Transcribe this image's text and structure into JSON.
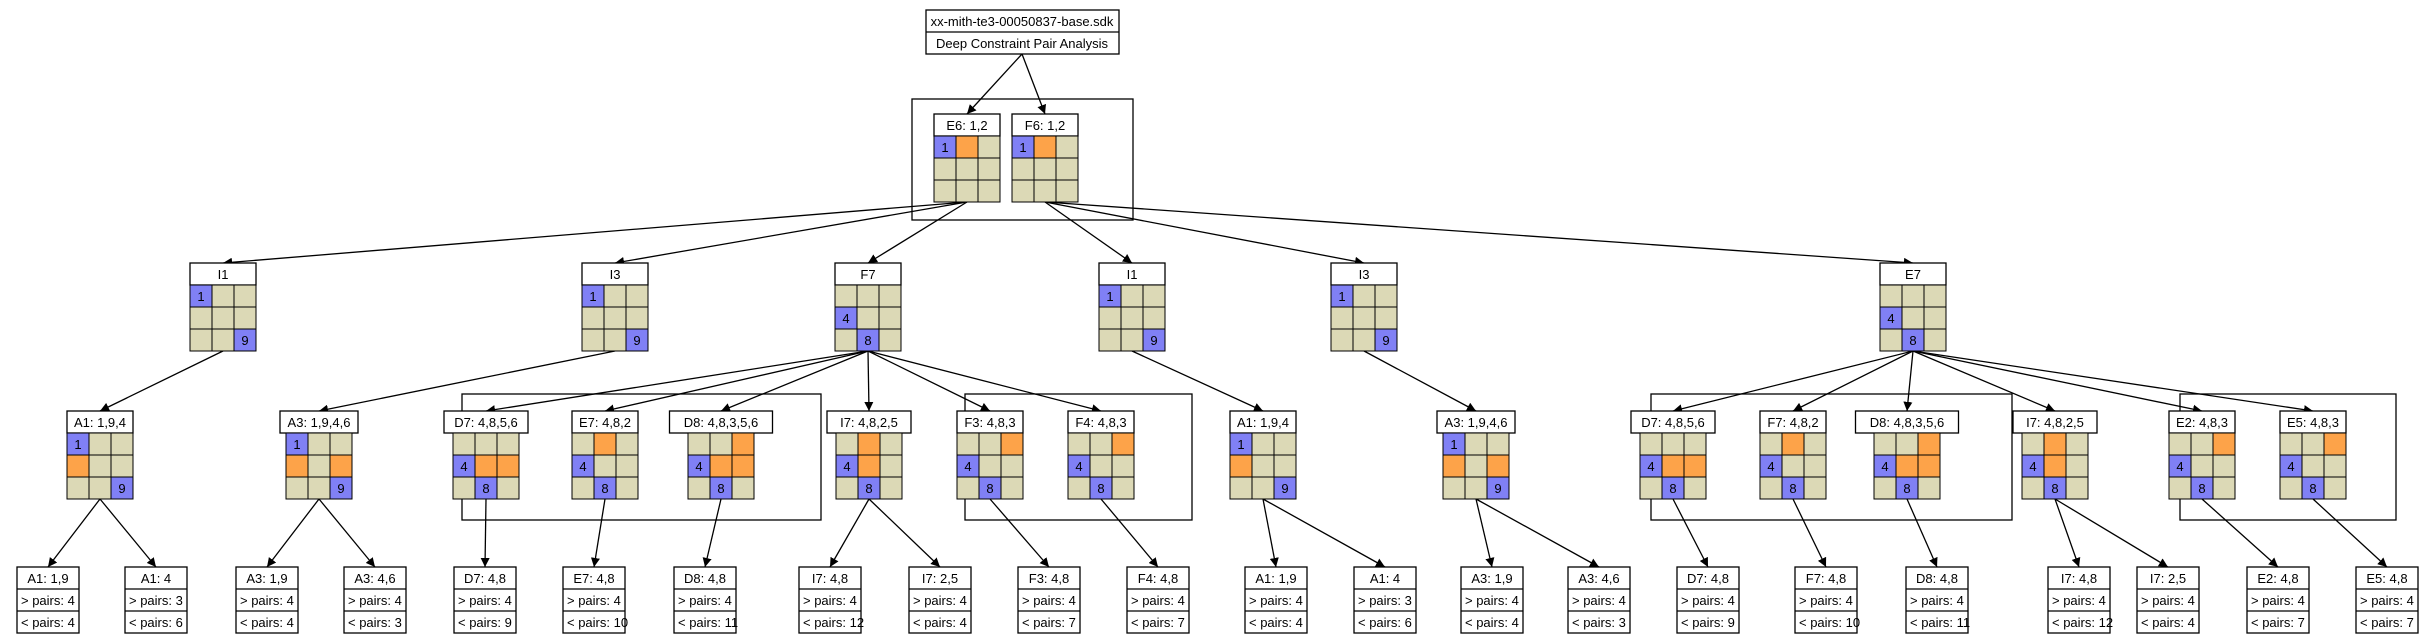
{
  "colors": {
    "cell": "#dcd9b6",
    "blue": "#8080f5",
    "orange": "#fda349"
  },
  "header": {
    "file": "xx-mith-te3-00050837-base.sdk",
    "subtitle": "Deep Constraint Pair Analysis"
  },
  "nodes": [
    {
      "id": "E6",
      "title": "E6: 1,2",
      "cells": [
        {
          "r": 0,
          "c": 0,
          "k": "b",
          "v": "1"
        },
        {
          "r": 0,
          "c": 1,
          "k": "o"
        }
      ]
    },
    {
      "id": "F6",
      "title": "F6: 1,2",
      "cells": [
        {
          "r": 0,
          "c": 0,
          "k": "b",
          "v": "1"
        },
        {
          "r": 0,
          "c": 1,
          "k": "o"
        }
      ]
    },
    {
      "id": "I1a",
      "title": "I1",
      "cells": [
        {
          "r": 0,
          "c": 0,
          "k": "b",
          "v": "1"
        },
        {
          "r": 2,
          "c": 2,
          "k": "b",
          "v": "9"
        }
      ]
    },
    {
      "id": "I3a",
      "title": "I3",
      "cells": [
        {
          "r": 0,
          "c": 0,
          "k": "b",
          "v": "1"
        },
        {
          "r": 2,
          "c": 2,
          "k": "b",
          "v": "9"
        }
      ]
    },
    {
      "id": "F7",
      "title": "F7",
      "cells": [
        {
          "r": 1,
          "c": 0,
          "k": "b",
          "v": "4"
        },
        {
          "r": 2,
          "c": 1,
          "k": "b",
          "v": "8"
        }
      ]
    },
    {
      "id": "I1b",
      "title": "I1",
      "cells": [
        {
          "r": 0,
          "c": 0,
          "k": "b",
          "v": "1"
        },
        {
          "r": 2,
          "c": 2,
          "k": "b",
          "v": "9"
        }
      ]
    },
    {
      "id": "I3b",
      "title": "I3",
      "cells": [
        {
          "r": 0,
          "c": 0,
          "k": "b",
          "v": "1"
        },
        {
          "r": 2,
          "c": 2,
          "k": "b",
          "v": "9"
        }
      ]
    },
    {
      "id": "E7",
      "title": "E7",
      "cells": [
        {
          "r": 1,
          "c": 0,
          "k": "b",
          "v": "4"
        },
        {
          "r": 2,
          "c": 1,
          "k": "b",
          "v": "8"
        }
      ]
    },
    {
      "id": "A1a",
      "title": "A1: 1,9,4",
      "cells": [
        {
          "r": 0,
          "c": 0,
          "k": "b",
          "v": "1"
        },
        {
          "r": 1,
          "c": 0,
          "k": "o"
        },
        {
          "r": 2,
          "c": 2,
          "k": "b",
          "v": "9"
        }
      ]
    },
    {
      "id": "A3a",
      "title": "A3: 1,9,4,6",
      "cells": [
        {
          "r": 0,
          "c": 0,
          "k": "b",
          "v": "1"
        },
        {
          "r": 1,
          "c": 0,
          "k": "o"
        },
        {
          "r": 1,
          "c": 2,
          "k": "o"
        },
        {
          "r": 2,
          "c": 2,
          "k": "b",
          "v": "9"
        }
      ]
    },
    {
      "id": "D7a",
      "title": "D7: 4,8,5,6",
      "cells": [
        {
          "r": 1,
          "c": 0,
          "k": "b",
          "v": "4"
        },
        {
          "r": 1,
          "c": 1,
          "k": "o"
        },
        {
          "r": 1,
          "c": 2,
          "k": "o"
        },
        {
          "r": 2,
          "c": 1,
          "k": "b",
          "v": "8"
        }
      ]
    },
    {
      "id": "E7g",
      "title": "E7: 4,8,2",
      "cells": [
        {
          "r": 0,
          "c": 1,
          "k": "o"
        },
        {
          "r": 1,
          "c": 0,
          "k": "b",
          "v": "4"
        },
        {
          "r": 2,
          "c": 1,
          "k": "b",
          "v": "8"
        }
      ]
    },
    {
      "id": "D8a",
      "title": "D8: 4,8,3,5,6",
      "cells": [
        {
          "r": 0,
          "c": 2,
          "k": "o"
        },
        {
          "r": 1,
          "c": 0,
          "k": "b",
          "v": "4"
        },
        {
          "r": 1,
          "c": 1,
          "k": "o"
        },
        {
          "r": 1,
          "c": 2,
          "k": "o"
        },
        {
          "r": 2,
          "c": 1,
          "k": "b",
          "v": "8"
        }
      ]
    },
    {
      "id": "I7a",
      "title": "I7: 4,8,2,5",
      "cells": [
        {
          "r": 0,
          "c": 1,
          "k": "o"
        },
        {
          "r": 1,
          "c": 0,
          "k": "b",
          "v": "4"
        },
        {
          "r": 1,
          "c": 1,
          "k": "o"
        },
        {
          "r": 2,
          "c": 1,
          "k": "b",
          "v": "8"
        }
      ]
    },
    {
      "id": "F3a",
      "title": "F3: 4,8,3",
      "cells": [
        {
          "r": 0,
          "c": 2,
          "k": "o"
        },
        {
          "r": 1,
          "c": 0,
          "k": "b",
          "v": "4"
        },
        {
          "r": 2,
          "c": 1,
          "k": "b",
          "v": "8"
        }
      ]
    },
    {
      "id": "F4a",
      "title": "F4: 4,8,3",
      "cells": [
        {
          "r": 0,
          "c": 2,
          "k": "o"
        },
        {
          "r": 1,
          "c": 0,
          "k": "b",
          "v": "4"
        },
        {
          "r": 2,
          "c": 1,
          "k": "b",
          "v": "8"
        }
      ]
    },
    {
      "id": "A1b",
      "title": "A1: 1,9,4",
      "cells": [
        {
          "r": 0,
          "c": 0,
          "k": "b",
          "v": "1"
        },
        {
          "r": 1,
          "c": 0,
          "k": "o"
        },
        {
          "r": 2,
          "c": 2,
          "k": "b",
          "v": "9"
        }
      ]
    },
    {
      "id": "A3b",
      "title": "A3: 1,9,4,6",
      "cells": [
        {
          "r": 0,
          "c": 0,
          "k": "b",
          "v": "1"
        },
        {
          "r": 1,
          "c": 0,
          "k": "o"
        },
        {
          "r": 1,
          "c": 2,
          "k": "o"
        },
        {
          "r": 2,
          "c": 2,
          "k": "b",
          "v": "9"
        }
      ]
    },
    {
      "id": "D7b",
      "title": "D7: 4,8,5,6",
      "cells": [
        {
          "r": 1,
          "c": 0,
          "k": "b",
          "v": "4"
        },
        {
          "r": 1,
          "c": 1,
          "k": "o"
        },
        {
          "r": 1,
          "c": 2,
          "k": "o"
        },
        {
          "r": 2,
          "c": 1,
          "k": "b",
          "v": "8"
        }
      ]
    },
    {
      "id": "F7g",
      "title": "F7: 4,8,2",
      "cells": [
        {
          "r": 0,
          "c": 1,
          "k": "o"
        },
        {
          "r": 1,
          "c": 0,
          "k": "b",
          "v": "4"
        },
        {
          "r": 2,
          "c": 1,
          "k": "b",
          "v": "8"
        }
      ]
    },
    {
      "id": "D8b",
      "title": "D8: 4,8,3,5,6",
      "cells": [
        {
          "r": 0,
          "c": 2,
          "k": "o"
        },
        {
          "r": 1,
          "c": 0,
          "k": "b",
          "v": "4"
        },
        {
          "r": 1,
          "c": 1,
          "k": "o"
        },
        {
          "r": 1,
          "c": 2,
          "k": "o"
        },
        {
          "r": 2,
          "c": 1,
          "k": "b",
          "v": "8"
        }
      ]
    },
    {
      "id": "I7b",
      "title": "I7: 4,8,2,5",
      "cells": [
        {
          "r": 0,
          "c": 1,
          "k": "o"
        },
        {
          "r": 1,
          "c": 0,
          "k": "b",
          "v": "4"
        },
        {
          "r": 1,
          "c": 1,
          "k": "o"
        },
        {
          "r": 2,
          "c": 1,
          "k": "b",
          "v": "8"
        }
      ]
    },
    {
      "id": "E2a",
      "title": "E2: 4,8,3",
      "cells": [
        {
          "r": 0,
          "c": 2,
          "k": "o"
        },
        {
          "r": 1,
          "c": 0,
          "k": "b",
          "v": "4"
        },
        {
          "r": 2,
          "c": 1,
          "k": "b",
          "v": "8"
        }
      ]
    },
    {
      "id": "E5a",
      "title": "E5: 4,8,3",
      "cells": [
        {
          "r": 0,
          "c": 2,
          "k": "o"
        },
        {
          "r": 1,
          "c": 0,
          "k": "b",
          "v": "4"
        },
        {
          "r": 2,
          "c": 1,
          "k": "b",
          "v": "8"
        }
      ]
    }
  ],
  "leaves": [
    {
      "id": "L1",
      "title": "A1: 1,9",
      "gt": "> pairs: 4",
      "lt": "< pairs: 4"
    },
    {
      "id": "L2",
      "title": "A1: 4",
      "gt": "> pairs: 3",
      "lt": "< pairs: 6"
    },
    {
      "id": "L3",
      "title": "A3: 1,9",
      "gt": "> pairs: 4",
      "lt": "< pairs: 4"
    },
    {
      "id": "L4",
      "title": "A3: 4,6",
      "gt": "> pairs: 4",
      "lt": "< pairs: 3"
    },
    {
      "id": "L5",
      "title": "D7: 4,8",
      "gt": "> pairs: 4",
      "lt": "< pairs: 9"
    },
    {
      "id": "L6",
      "title": "E7: 4,8",
      "gt": "> pairs: 4",
      "lt": "< pairs: 10"
    },
    {
      "id": "L7",
      "title": "D8: 4,8",
      "gt": "> pairs: 4",
      "lt": "< pairs: 11"
    },
    {
      "id": "L8",
      "title": "I7: 4,8",
      "gt": "> pairs: 4",
      "lt": "< pairs: 12"
    },
    {
      "id": "L9",
      "title": "I7: 2,5",
      "gt": "> pairs: 4",
      "lt": "< pairs: 4"
    },
    {
      "id": "L10",
      "title": "F3: 4,8",
      "gt": "> pairs: 4",
      "lt": "< pairs: 7"
    },
    {
      "id": "L11",
      "title": "F4: 4,8",
      "gt": "> pairs: 4",
      "lt": "< pairs: 7"
    },
    {
      "id": "L12",
      "title": "A1: 1,9",
      "gt": "> pairs: 4",
      "lt": "< pairs: 4"
    },
    {
      "id": "L13",
      "title": "A1: 4",
      "gt": "> pairs: 3",
      "lt": "< pairs: 6"
    },
    {
      "id": "L14",
      "title": "A3: 1,9",
      "gt": "> pairs: 4",
      "lt": "< pairs: 4"
    },
    {
      "id": "L15",
      "title": "A3: 4,6",
      "gt": "> pairs: 4",
      "lt": "< pairs: 3"
    },
    {
      "id": "L16",
      "title": "D7: 4,8",
      "gt": "> pairs: 4",
      "lt": "< pairs: 9"
    },
    {
      "id": "L17",
      "title": "F7: 4,8",
      "gt": "> pairs: 4",
      "lt": "< pairs: 10"
    },
    {
      "id": "L18",
      "title": "D8: 4,8",
      "gt": "> pairs: 4",
      "lt": "< pairs: 11"
    },
    {
      "id": "L19",
      "title": "I7: 4,8",
      "gt": "> pairs: 4",
      "lt": "< pairs: 12"
    },
    {
      "id": "L20",
      "title": "I7: 2,5",
      "gt": "> pairs: 4",
      "lt": "< pairs: 4"
    },
    {
      "id": "L21",
      "title": "E2: 4,8",
      "gt": "> pairs: 4",
      "lt": "< pairs: 7"
    },
    {
      "id": "L22",
      "title": "E5: 4,8",
      "gt": "> pairs: 4",
      "lt": "< pairs: 7"
    }
  ],
  "edges": [
    [
      "H",
      "E6"
    ],
    [
      "H",
      "F6"
    ],
    [
      "E6",
      "I1a"
    ],
    [
      "E6",
      "I3a"
    ],
    [
      "E6",
      "F7"
    ],
    [
      "F6",
      "I1b"
    ],
    [
      "F6",
      "I3b"
    ],
    [
      "F6",
      "E7"
    ],
    [
      "I1a",
      "A1a"
    ],
    [
      "I3a",
      "A3a"
    ],
    [
      "F7",
      "D7a"
    ],
    [
      "F7",
      "E7g"
    ],
    [
      "F7",
      "D8a"
    ],
    [
      "F7",
      "I7a"
    ],
    [
      "F7",
      "F3a"
    ],
    [
      "F7",
      "F4a"
    ],
    [
      "I1b",
      "A1b"
    ],
    [
      "I3b",
      "A3b"
    ],
    [
      "E7",
      "D7b"
    ],
    [
      "E7",
      "F7g"
    ],
    [
      "E7",
      "D8b"
    ],
    [
      "E7",
      "I7b"
    ],
    [
      "E7",
      "E2a"
    ],
    [
      "E7",
      "E5a"
    ],
    [
      "A1a",
      "L1"
    ],
    [
      "A1a",
      "L2"
    ],
    [
      "A3a",
      "L3"
    ],
    [
      "A3a",
      "L4"
    ],
    [
      "D7a",
      "L5"
    ],
    [
      "E7g",
      "L6"
    ],
    [
      "D8a",
      "L7"
    ],
    [
      "I7a",
      "L8"
    ],
    [
      "I7a",
      "L9"
    ],
    [
      "F3a",
      "L10"
    ],
    [
      "F4a",
      "L11"
    ],
    [
      "A1b",
      "L12"
    ],
    [
      "A1b",
      "L13"
    ],
    [
      "A3b",
      "L14"
    ],
    [
      "A3b",
      "L15"
    ],
    [
      "D7b",
      "L16"
    ],
    [
      "F7g",
      "L17"
    ],
    [
      "D8b",
      "L18"
    ],
    [
      "I7b",
      "L19"
    ],
    [
      "I7b",
      "L20"
    ],
    [
      "E2a",
      "L21"
    ],
    [
      "E5a",
      "L22"
    ]
  ]
}
